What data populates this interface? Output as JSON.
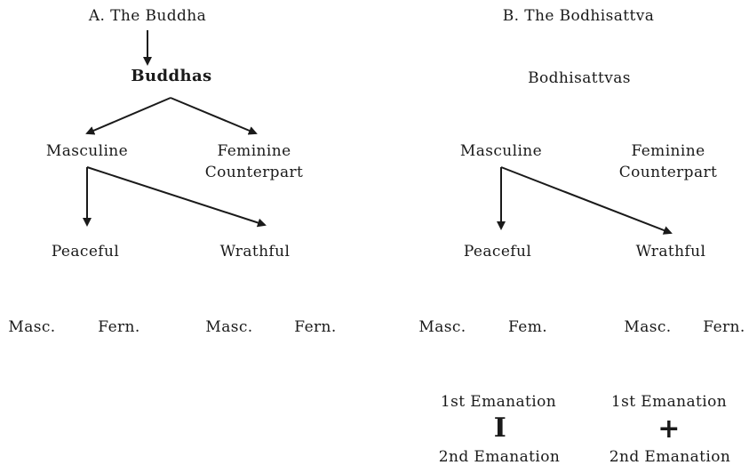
{
  "panel_a": {
    "title": "A. The Buddha",
    "root": "Buddhas",
    "masculine": "Masculine",
    "feminine_line1": "Feminine",
    "feminine_line2": "Counterpart",
    "peaceful": "Peaceful",
    "wrathful": "Wrathful",
    "leaves": [
      "Masc.",
      "Fern.",
      "Masc.",
      "Fern."
    ]
  },
  "panel_b": {
    "title": "B. The Bodhisattva",
    "root": "Bodhisattvas",
    "masculine": "Masculine",
    "feminine_line1": "Feminine",
    "feminine_line2": "Counterpart",
    "peaceful": "Peaceful",
    "wrathful": "Wrathful",
    "leaves": [
      "Masc.",
      "Fem.",
      "Masc.",
      "Fern."
    ],
    "emanation_left_top": "1st Emanation",
    "emanation_left_mark": "I",
    "emanation_left_bottom": "2nd Emanation",
    "emanation_right_top": "1st Emanation",
    "emanation_right_mark": "+",
    "emanation_right_bottom": "2nd Emanation"
  }
}
